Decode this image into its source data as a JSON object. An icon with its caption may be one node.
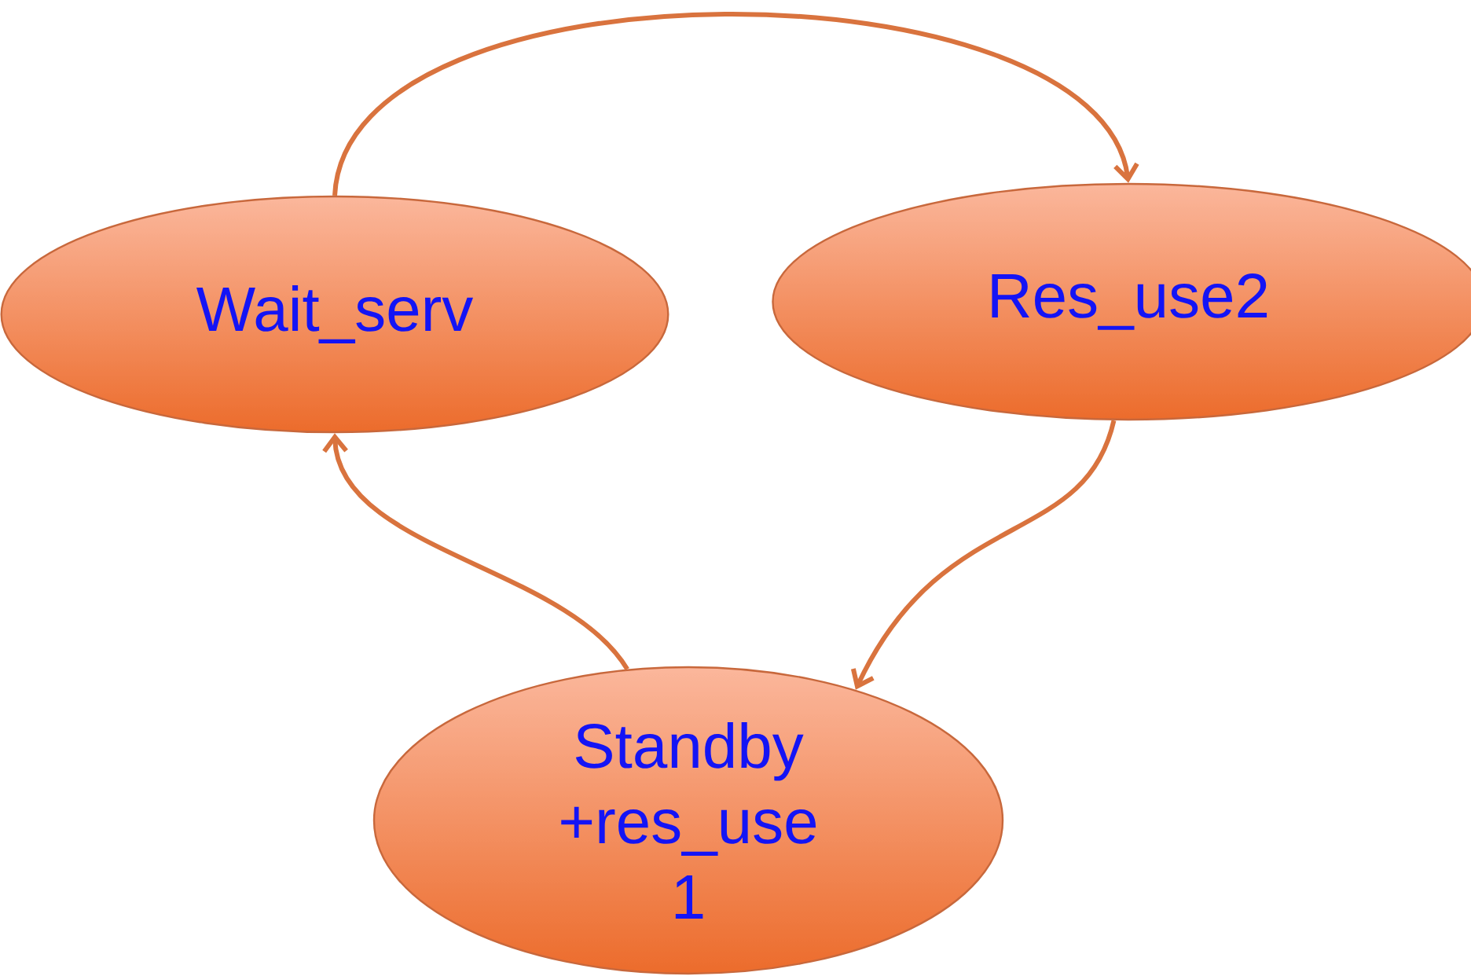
{
  "diagram": {
    "nodes": [
      {
        "text": [
          "Wait_serv"
        ]
      },
      {
        "text": [
          "Res_use2"
        ]
      },
      {
        "text": [
          "Standby +res_use 1"
        ]
      }
    ],
    "edges": [
      {
        "from": 0,
        "to": 1,
        "arrow": "to"
      },
      {
        "from": 1,
        "to": 2,
        "arrow": "to"
      },
      {
        "from": 2,
        "to": 0,
        "arrow": "to"
      }
    ]
  }
}
